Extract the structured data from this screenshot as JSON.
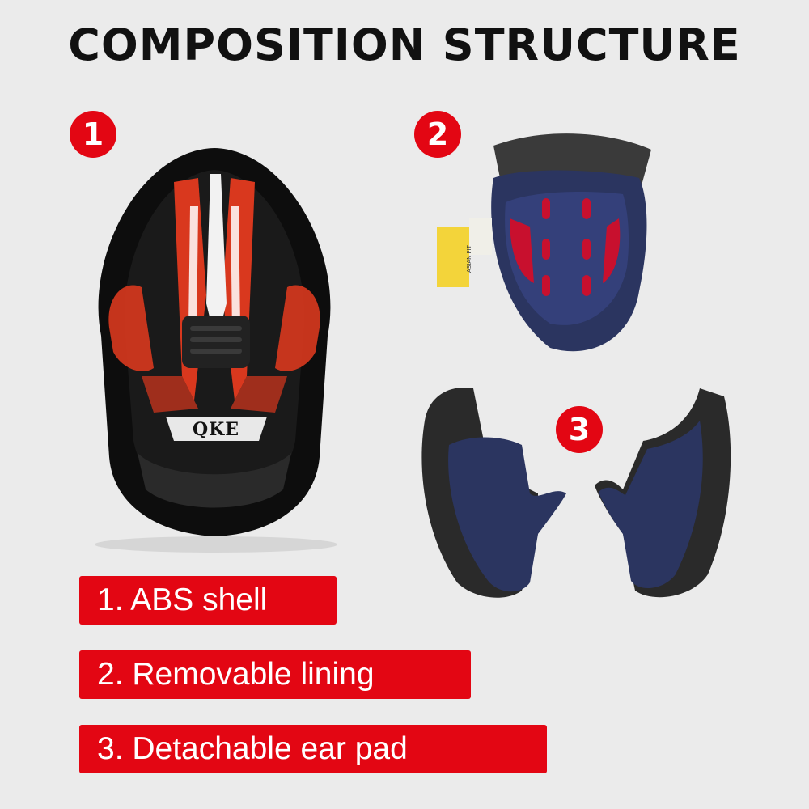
{
  "title": "COMPOSITION STRUCTURE",
  "badges": [
    "1",
    "2",
    "3"
  ],
  "labels": [
    "1. ABS shell",
    "2. Removable lining",
    "3. Detachable ear pad"
  ],
  "helmet": {
    "brand": "QKE"
  },
  "lining": {
    "tag_text": "ASIAN FIT"
  },
  "colors": {
    "background": "#ebebeb",
    "accent_red": "#e30613",
    "shell_black": "#0d0d0d",
    "lining_navy": "#2b3560",
    "mesh_red": "#c8102e"
  }
}
